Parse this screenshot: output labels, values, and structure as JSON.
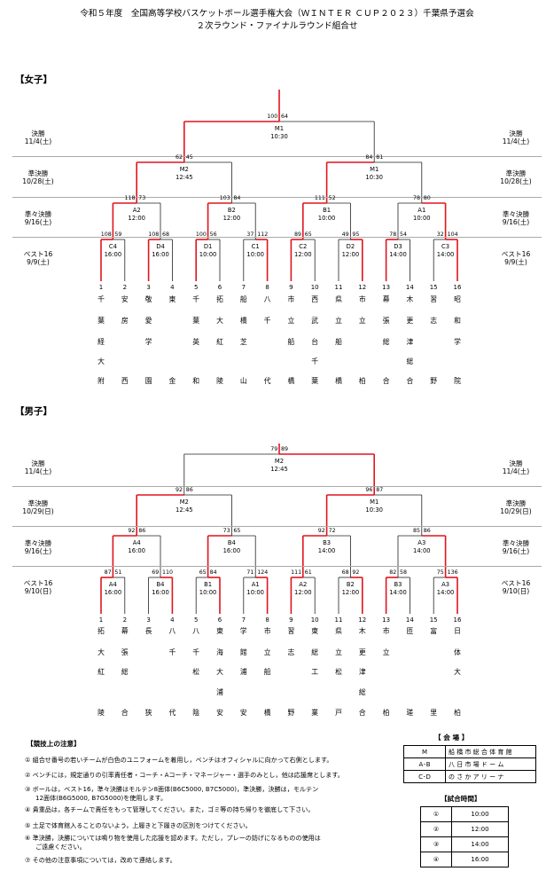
{
  "header": {
    "line1": "令和５年度　全国高等学校バスケットボール選手権大会（ＷＩＮＴＥＲ ＣＵＰ２０２３）千葉県予選会",
    "line2": "２次ラウンド・ファイナルラウンド組合せ"
  },
  "women": {
    "label": "【女子】",
    "rows": [
      {
        "name": "決勝",
        "date": "11/4(土)"
      },
      {
        "name": "準決勝",
        "date": "10/28(土)"
      },
      {
        "name": "準々決勝",
        "date": "9/16(土)"
      },
      {
        "name": "ベスト16",
        "date": "9/9(土)"
      }
    ],
    "final": {
      "code": "M1",
      "time": "10:30",
      "s1": "100",
      "s2": "64"
    },
    "semis": [
      {
        "code": "M2",
        "time": "12:45",
        "s1": "62",
        "s2": "45"
      },
      {
        "code": "M1",
        "time": "10:30",
        "s1": "84",
        "s2": "81"
      }
    ],
    "quarters": [
      {
        "code": "A2",
        "time": "12:00",
        "s1": "118",
        "s2": "73"
      },
      {
        "code": "B2",
        "time": "12:00",
        "s1": "103",
        "s2": "84"
      },
      {
        "code": "B1",
        "time": "10:00",
        "s1": "111",
        "s2": "52"
      },
      {
        "code": "A1",
        "time": "10:00",
        "s1": "78",
        "s2": "80"
      }
    ],
    "r16": [
      {
        "code": "C4",
        "time": "16:00",
        "s1": "108",
        "s2": "59"
      },
      {
        "code": "D4",
        "time": "16:00",
        "s1": "108",
        "s2": "68"
      },
      {
        "code": "D1",
        "time": "10:00",
        "s1": "100",
        "s2": "56"
      },
      {
        "code": "C1",
        "time": "10:00",
        "s1": "37",
        "s2": "112"
      },
      {
        "code": "C2",
        "time": "12:00",
        "s1": "89",
        "s2": "65"
      },
      {
        "code": "D2",
        "time": "12:00",
        "s1": "49",
        "s2": "95"
      },
      {
        "code": "D3",
        "time": "14:00",
        "s1": "78",
        "s2": "54"
      },
      {
        "code": "C3",
        "time": "14:00",
        "s1": "32",
        "s2": "104"
      }
    ],
    "teams": [
      {
        "num": "1",
        "chars": [
          "千",
          "葉",
          "経",
          "大",
          "附"
        ]
      },
      {
        "num": "2",
        "chars": [
          "安",
          "房",
          "",
          "",
          "西"
        ]
      },
      {
        "num": "3",
        "chars": [
          "敬",
          "愛",
          "学",
          "",
          "園"
        ]
      },
      {
        "num": "4",
        "chars": [
          "東",
          "",
          "",
          "",
          "金"
        ]
      },
      {
        "num": "5",
        "chars": [
          "千",
          "葉",
          "英",
          "",
          "和"
        ]
      },
      {
        "num": "6",
        "chars": [
          "拓",
          "大",
          "紅",
          "",
          "陵"
        ]
      },
      {
        "num": "7",
        "chars": [
          "船",
          "橋",
          "芝",
          "",
          "山"
        ]
      },
      {
        "num": "8",
        "chars": [
          "八",
          "千",
          "",
          "",
          "代"
        ]
      },
      {
        "num": "9",
        "chars": [
          "市",
          "立",
          "船",
          "",
          "橋"
        ]
      },
      {
        "num": "10",
        "chars": [
          "西",
          "武",
          "台",
          "千",
          "葉"
        ]
      },
      {
        "num": "11",
        "chars": [
          "県",
          "立",
          "船",
          "",
          "橋"
        ]
      },
      {
        "num": "12",
        "chars": [
          "市",
          "立",
          "",
          "",
          "柏"
        ]
      },
      {
        "num": "13",
        "chars": [
          "幕",
          "張",
          "総",
          "",
          "合"
        ]
      },
      {
        "num": "14",
        "chars": [
          "木",
          "更",
          "津",
          "総",
          "合"
        ]
      },
      {
        "num": "15",
        "chars": [
          "習",
          "志",
          "",
          "",
          "野"
        ]
      },
      {
        "num": "16",
        "chars": [
          "昭",
          "和",
          "学",
          "",
          "院"
        ]
      }
    ]
  },
  "men": {
    "label": "【男子】",
    "rows": [
      {
        "name": "決勝",
        "date": "11/4(土)"
      },
      {
        "name": "準決勝",
        "date": "10/29(日)"
      },
      {
        "name": "準々決勝",
        "date": "9/16(土)"
      },
      {
        "name": "ベスト16",
        "date": "9/10(日)"
      }
    ],
    "final": {
      "code": "M2",
      "time": "12:45",
      "s1": "79",
      "s2": "89"
    },
    "semis": [
      {
        "code": "M2",
        "time": "12:45",
        "s1": "92",
        "s2": "86"
      },
      {
        "code": "M1",
        "time": "10:30",
        "s1": "96",
        "s2": "87"
      }
    ],
    "quarters": [
      {
        "code": "A4",
        "time": "16:00",
        "s1": "92",
        "s2": "86"
      },
      {
        "code": "B4",
        "time": "16:00",
        "s1": "73",
        "s2": "65"
      },
      {
        "code": "B3",
        "time": "14:00",
        "s1": "92",
        "s2": "72"
      },
      {
        "code": "A3",
        "time": "14:00",
        "s1": "85",
        "s2": "86"
      }
    ],
    "r16": [
      {
        "code": "A4",
        "time": "16:00",
        "s1": "87",
        "s2": "51"
      },
      {
        "code": "B4",
        "time": "16:00",
        "s1": "69",
        "s2": "110"
      },
      {
        "code": "B1",
        "time": "10:00",
        "s1": "65",
        "s2": "84"
      },
      {
        "code": "A1",
        "time": "10:00",
        "s1": "71",
        "s2": "124"
      },
      {
        "code": "A2",
        "time": "12:00",
        "s1": "111",
        "s2": "61"
      },
      {
        "code": "B2",
        "time": "12:00",
        "s1": "68",
        "s2": "92"
      },
      {
        "code": "B3",
        "time": "14:00",
        "s1": "82",
        "s2": "58"
      },
      {
        "code": "A3",
        "time": "14:00",
        "s1": "75",
        "s2": "136"
      }
    ],
    "teams": [
      {
        "num": "1",
        "chars": [
          "拓",
          "大",
          "紅",
          "",
          "陵"
        ]
      },
      {
        "num": "2",
        "chars": [
          "幕",
          "張",
          "総",
          "",
          "合"
        ]
      },
      {
        "num": "3",
        "chars": [
          "長",
          "",
          "",
          "",
          "狭"
        ]
      },
      {
        "num": "4",
        "chars": [
          "八",
          "千",
          "",
          "",
          "代"
        ]
      },
      {
        "num": "5",
        "chars": [
          "八",
          "千",
          "松",
          "",
          "陰"
        ]
      },
      {
        "num": "6",
        "chars": [
          "東",
          "海",
          "大",
          "浦",
          "安"
        ]
      },
      {
        "num": "7",
        "chars": [
          "学",
          "館",
          "浦",
          "",
          "安"
        ]
      },
      {
        "num": "8",
        "chars": [
          "市",
          "立",
          "船",
          "",
          "橋"
        ]
      },
      {
        "num": "9",
        "chars": [
          "習",
          "志",
          "",
          "",
          "野"
        ]
      },
      {
        "num": "10",
        "chars": [
          "東",
          "総",
          "工",
          "",
          "業"
        ]
      },
      {
        "num": "11",
        "chars": [
          "県",
          "立",
          "松",
          "",
          "戸"
        ]
      },
      {
        "num": "12",
        "chars": [
          "木",
          "更",
          "津",
          "総",
          "合"
        ]
      },
      {
        "num": "13",
        "chars": [
          "市",
          "立",
          "",
          "",
          "柏"
        ]
      },
      {
        "num": "14",
        "chars": [
          "匝",
          "",
          "",
          "",
          "瑳"
        ]
      },
      {
        "num": "15",
        "chars": [
          "富",
          "",
          "",
          "",
          "里"
        ]
      },
      {
        "num": "16",
        "chars": [
          "日",
          "体",
          "大",
          "",
          "柏"
        ]
      }
    ]
  },
  "notes": {
    "title": "【競技上の注意】",
    "items": [
      "① 組合せ番号の若いチームが白色のユニフォームを着用し，ベンチはオフィシャルに向かって右側とします。",
      "② ベンチには，規定通りの引率責任者・コーチ・Aコーチ・マネージャー・選手のみとし，他は応援席とします。",
      "③ ボールは，ベスト16，準々決勝はモルテン8面体(B6C5000, B7C5000)，準決勝，決勝は，モルテン",
      "12面体(B6G5000, B7G5000)を使用します。",
      "④ 貴重品は，各チームで責任をもって管理してください。また，ゴミ等の持ち帰りを徹底して下さい。",
      "⑤ 土足で体育館入ることのないよう，上履きと下履きの区別をつけてください。",
      "⑥ 準決勝，決勝については鳴り物を使用した応援を認めます。ただし，プレーの妨げになるものの使用は",
      "ご遠慮ください。",
      "⑦ その他の注意事項については，改めて連絡します。"
    ]
  },
  "venue": {
    "title": "【 会 場 】",
    "rows": [
      {
        "key": "M",
        "name": "船 橋 市 総 合 体 育 館"
      },
      {
        "key": "A･B",
        "name": "八 日 市 場 ド ー ム"
      },
      {
        "key": "C･D",
        "name": "の さ か ア リ ー ナ"
      }
    ]
  },
  "times": {
    "title": "【試合時間】",
    "rows": [
      {
        "key": "①",
        "time": "10:00"
      },
      {
        "key": "②",
        "time": "12:00"
      },
      {
        "key": "③",
        "time": "14:00"
      },
      {
        "key": "④",
        "time": "16:00"
      }
    ]
  },
  "colors": {
    "winner_line": "#e0141e",
    "loser_line": "#222222",
    "band_line": "#aaaaaa"
  }
}
